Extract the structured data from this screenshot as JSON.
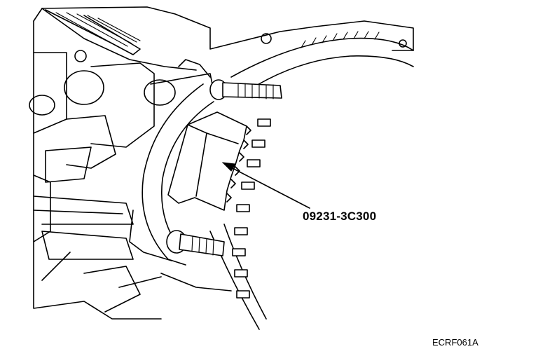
{
  "diagram": {
    "part_number_label": "09231-3C300",
    "figure_code": "ECRF061A"
  },
  "icons": [
    "engine-block-drawing",
    "flywheel-ring-gear",
    "holder-tool",
    "bolt",
    "leader-arrow"
  ]
}
